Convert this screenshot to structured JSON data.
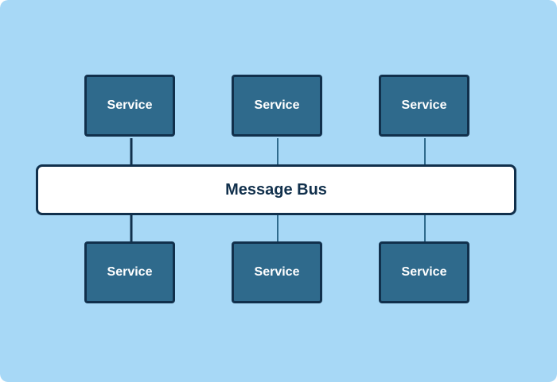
{
  "colors": {
    "background": "#a7d8f6",
    "service_fill": "#2f6a8c",
    "border": "#11304c",
    "connector_primary": "#11304c",
    "connector_secondary": "#2f6a8c",
    "bus_text": "#11304c"
  },
  "bus": {
    "label": "Message Bus"
  },
  "services": {
    "top": [
      {
        "label": "Service"
      },
      {
        "label": "Service"
      },
      {
        "label": "Service"
      }
    ],
    "bottom": [
      {
        "label": "Service"
      },
      {
        "label": "Service"
      },
      {
        "label": "Service"
      }
    ]
  }
}
